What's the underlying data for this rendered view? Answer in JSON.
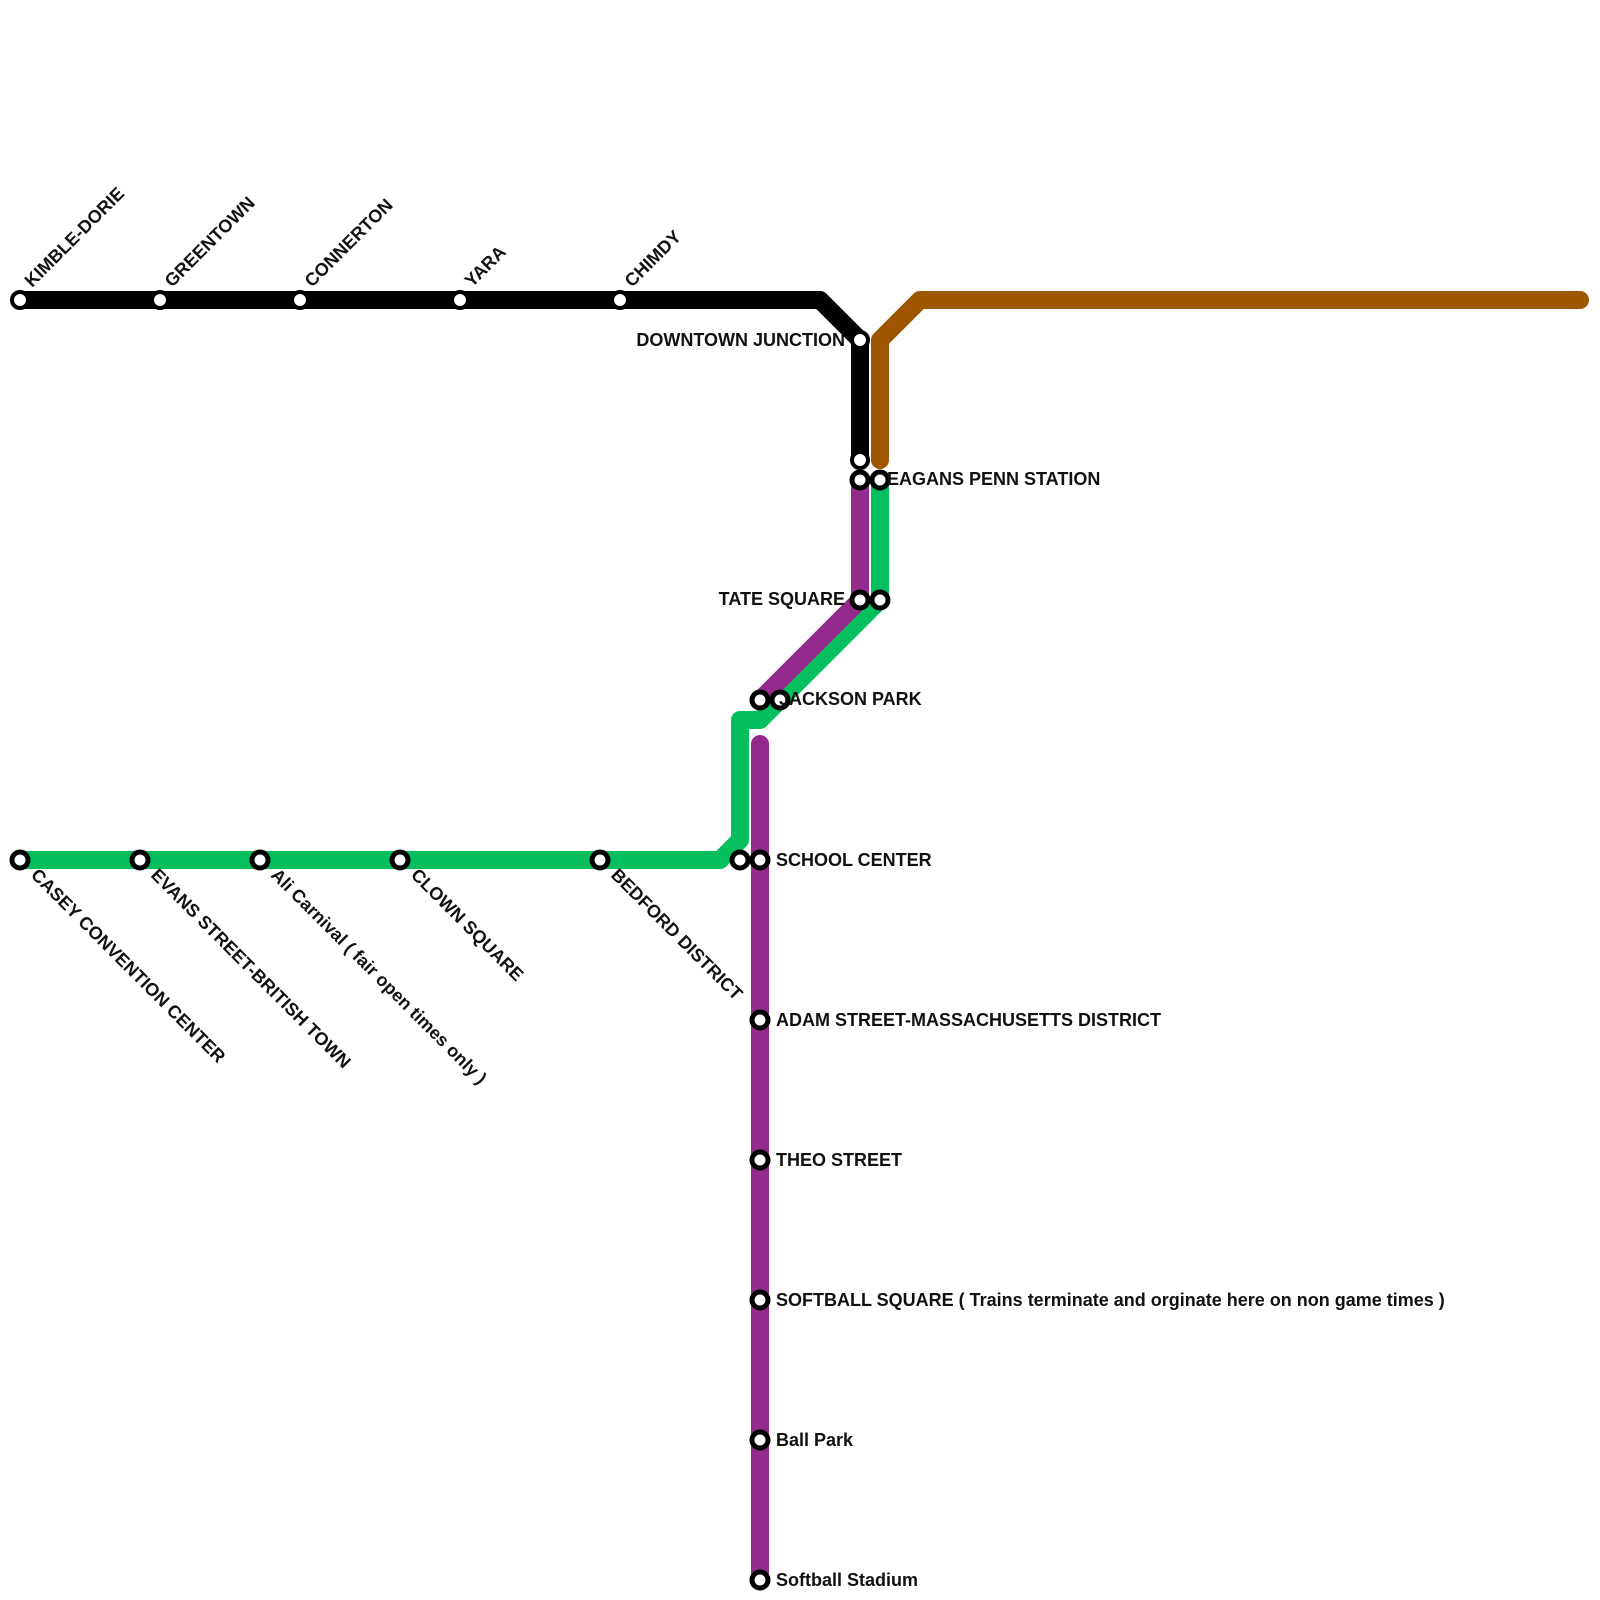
{
  "colors": {
    "black_line": "#000000",
    "brown_line": "#9e5600",
    "green_line": "#05bf5f",
    "purple_line": "#922b8c",
    "background": "#ffffff"
  },
  "stations": {
    "kimble_dorie": "KIMBLE-DORIE",
    "greentown": "GREENTOWN",
    "connerton": "CONNERTON",
    "yara": "YARA",
    "chimdy": "CHIMDY",
    "downtown_junction": "DOWNTOWN JUNCTION",
    "eagans_penn_station": "EAGANS PENN STATION",
    "tate_square": "TATE SQUARE",
    "jackson_park": "JACKSON PARK",
    "school_center": "SCHOOL CENTER",
    "adam_street": "ADAM STREET-MASSACHUSETTS DISTRICT",
    "theo_street": "THEO STREET",
    "softball_square": "SOFTBALL SQUARE ( Trains terminate and orginate here on non game times )",
    "ball_park": "Ball Park",
    "softball_stadium": "Softball Stadium",
    "casey_convention_center": "CASEY CONVENTION CENTER",
    "evans_street": "EVANS STREET-BRITISH TOWN",
    "ali_carnival": "Ali Carnival ( fair open times only )",
    "clown_square": "CLOWN SQUARE",
    "bedford_district": "BEDFORD DISTRICT"
  }
}
